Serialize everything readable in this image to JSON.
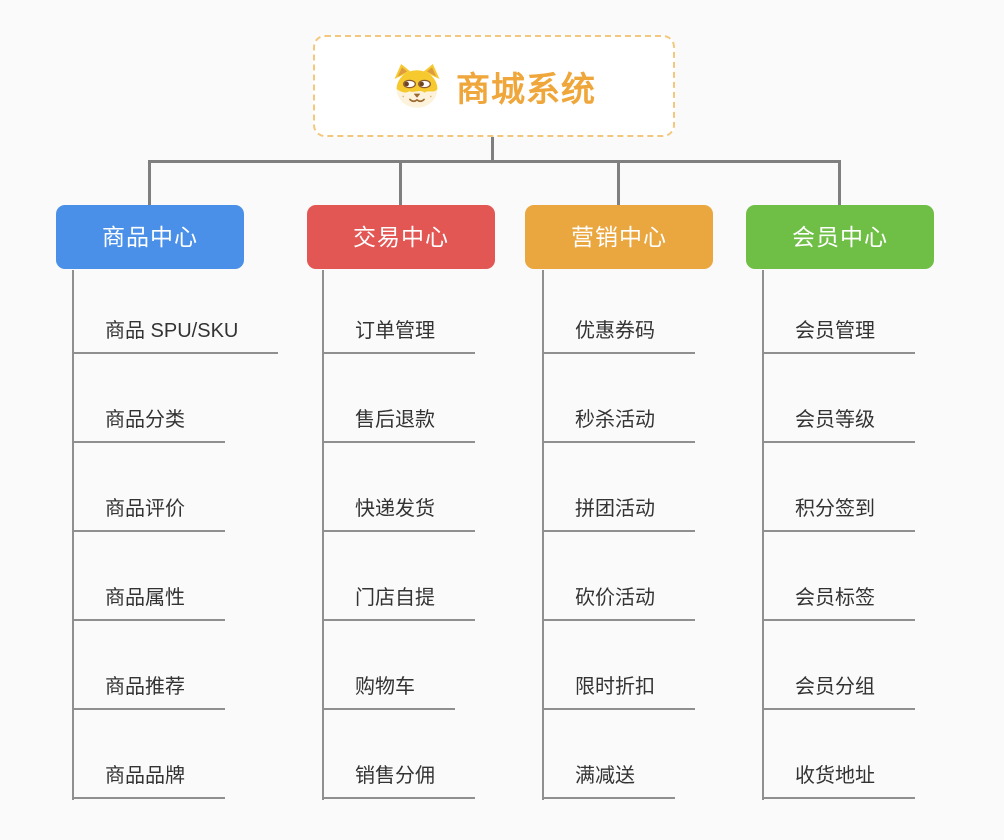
{
  "root": {
    "title": "商城系统",
    "icon": "dog-face-icon"
  },
  "colors": {
    "root_text": "#efa63a",
    "root_border": "#f3c87e",
    "connector": "#7f7f7f",
    "child_text": "#333333",
    "branch_product": "#4a90e8",
    "branch_trade": "#e25653",
    "branch_marketing": "#eaa63f",
    "branch_member": "#6fbf47"
  },
  "branches": [
    {
      "label": "商品中心",
      "color": "#4a90e8",
      "children": [
        "商品 SPU/SKU",
        "商品分类",
        "商品评价",
        "商品属性",
        "商品推荐",
        "商品品牌"
      ]
    },
    {
      "label": "交易中心",
      "color": "#e25653",
      "children": [
        "订单管理",
        "售后退款",
        "快递发货",
        "门店自提",
        "购物车",
        "销售分佣"
      ]
    },
    {
      "label": "营销中心",
      "color": "#eaa63f",
      "children": [
        "优惠券码",
        "秒杀活动",
        "拼团活动",
        "砍价活动",
        "限时折扣",
        "满减送"
      ]
    },
    {
      "label": "会员中心",
      "color": "#6fbf47",
      "children": [
        "会员管理",
        "会员等级",
        "积分签到",
        "会员标签",
        "会员分组",
        "收货地址"
      ]
    }
  ]
}
